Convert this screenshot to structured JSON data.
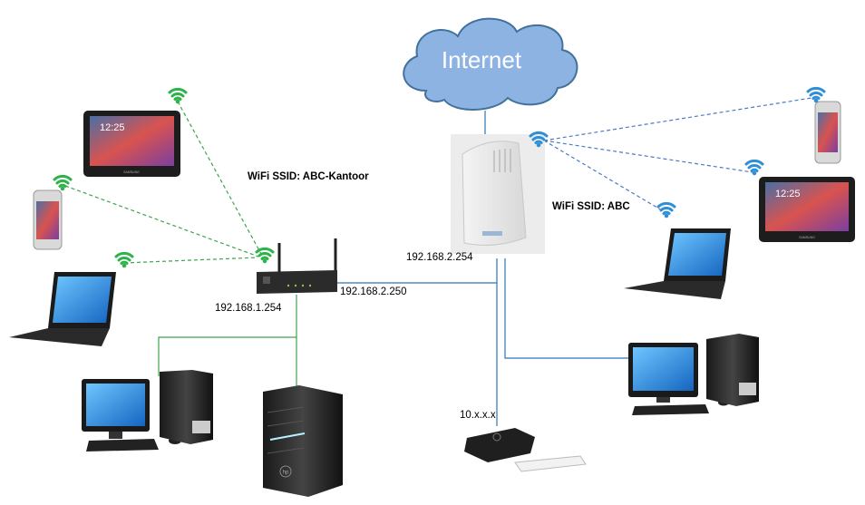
{
  "cloud": {
    "label": "Internet"
  },
  "labels": {
    "ssid_office": "WiFi SSID: ABC-Kantoor",
    "ssid_home": "WiFi SSID: ABC",
    "router_lan_ip": "192.168.1.254",
    "router_wan_ip": "192.168.2.250",
    "modem_ip": "192.168.2.254",
    "settop_ip": "10.x.x.x"
  },
  "devices": {
    "tablet_screen_time": "12:25",
    "tablet_brand": "SAMSUNG",
    "server_brand": "hp"
  },
  "colors": {
    "cloud_fill": "#8db3e2",
    "cloud_stroke": "#41719c",
    "wire": "#2e75b6",
    "office_link": "#3fa34d",
    "wifi_green": "#2db34a",
    "wifi_blue": "#2f8fd6",
    "home_link": "#4a7bc4",
    "screen_blue": "#1e88e5"
  }
}
